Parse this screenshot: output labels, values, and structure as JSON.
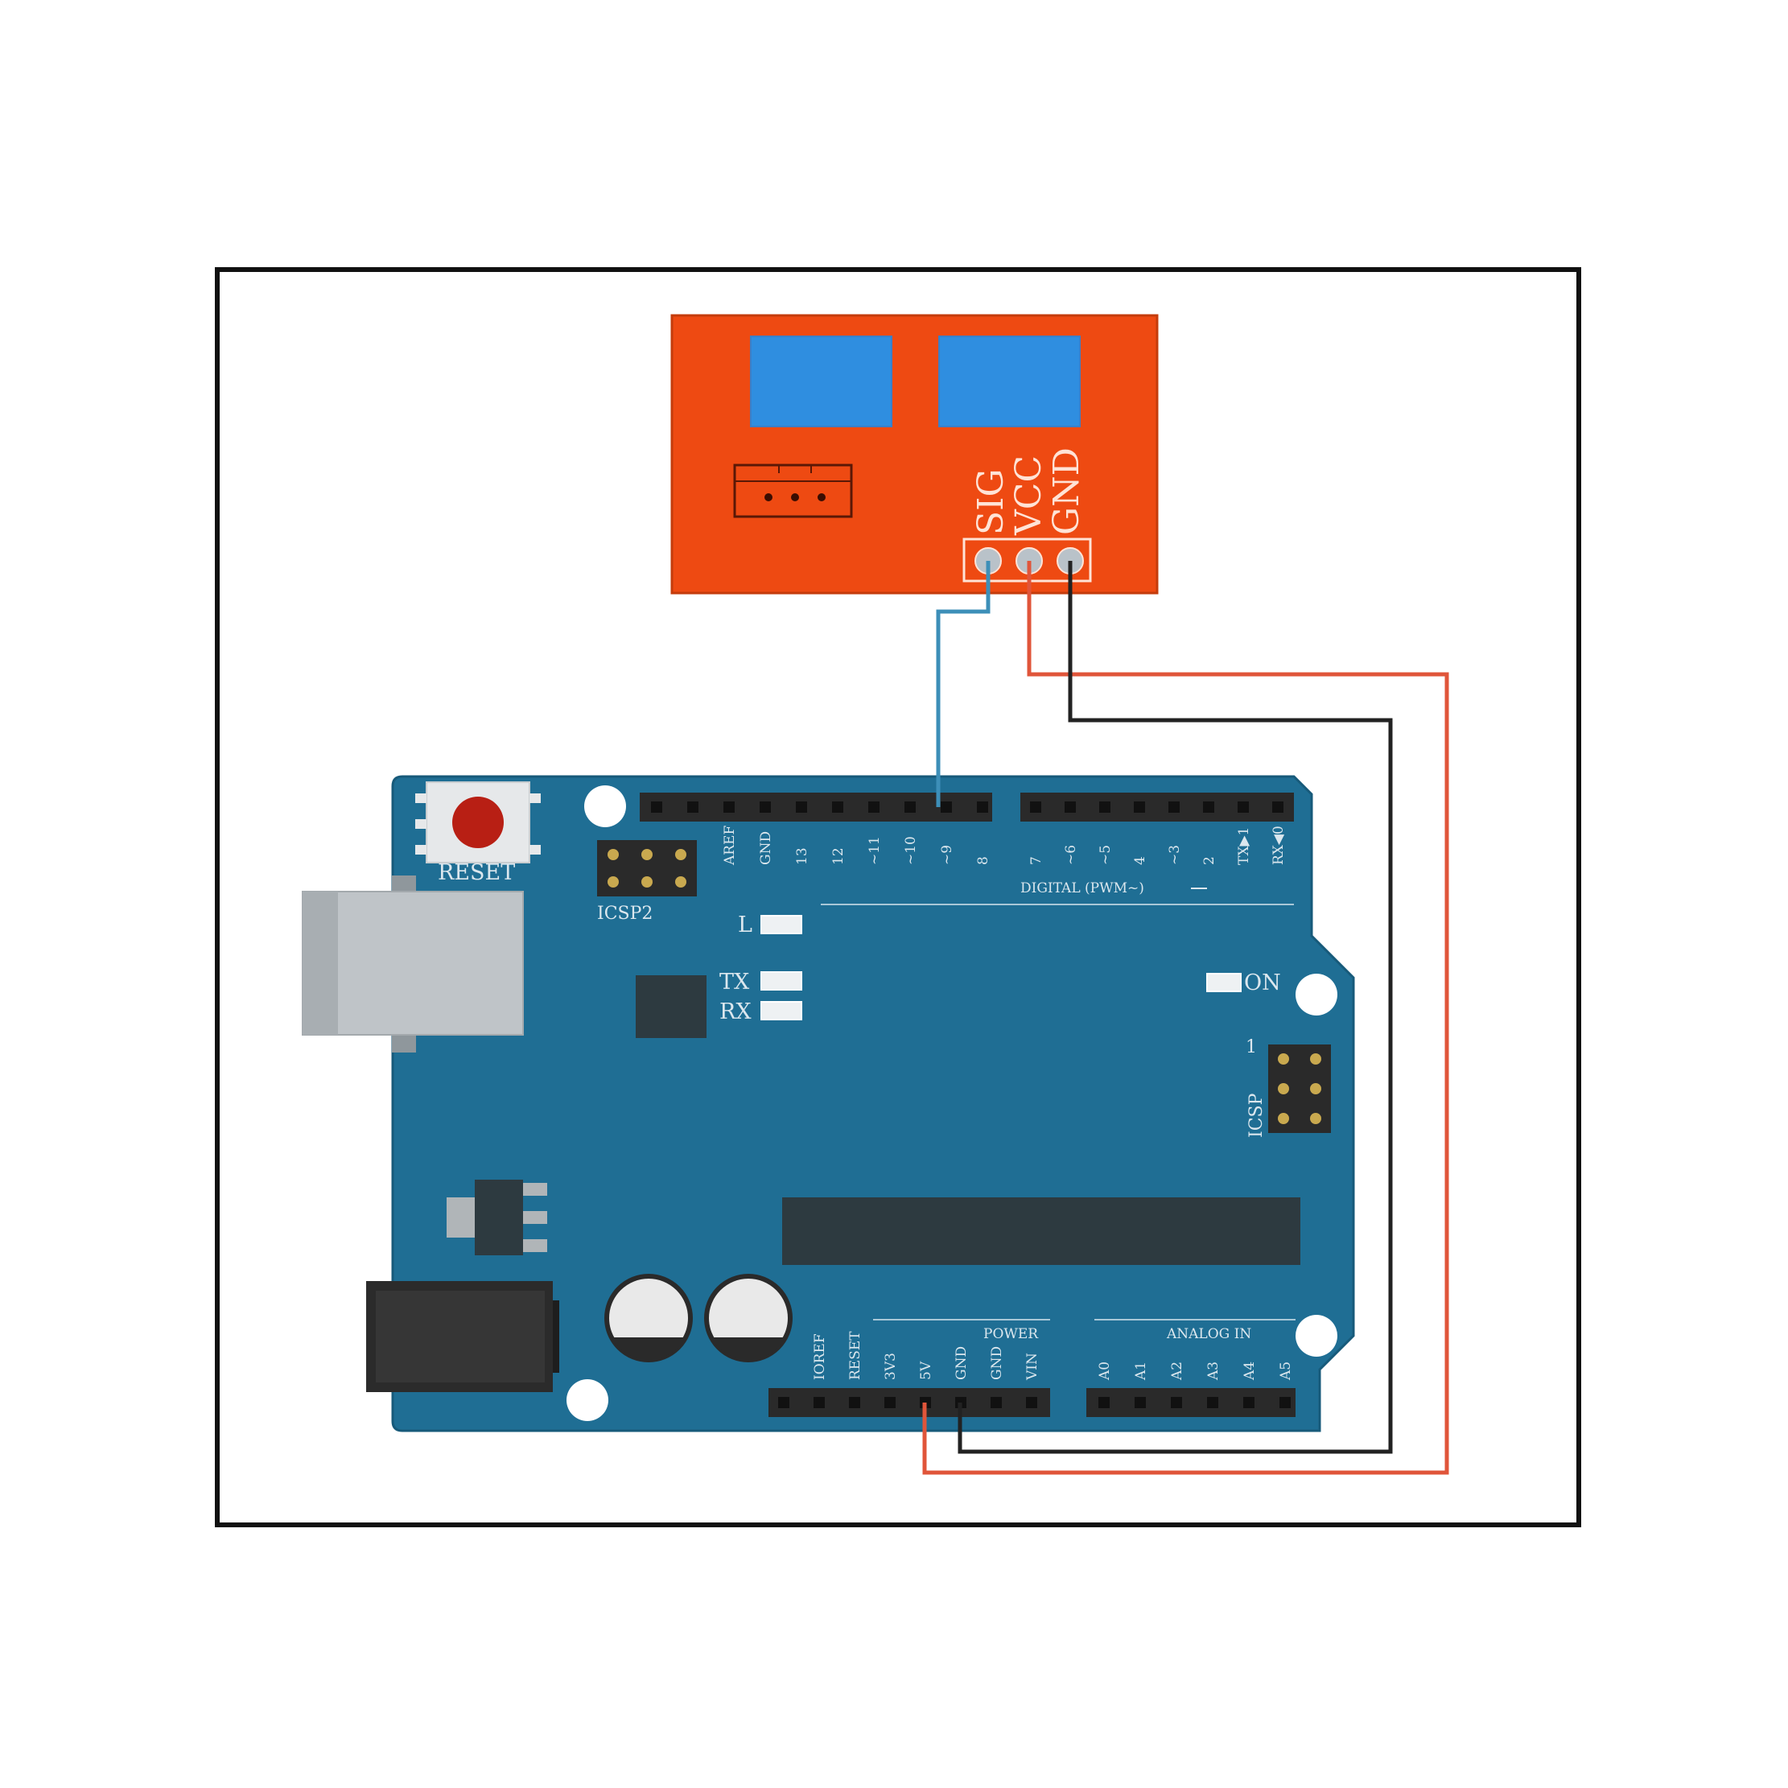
{
  "sensor": {
    "pin_labels": [
      "SIG",
      "VCC",
      "GND"
    ]
  },
  "board": {
    "reset_label": "RESET",
    "icsp2_label": "ICSP2",
    "icsp_label": "ICSP",
    "icsp_pin1_label": "1",
    "led_labels": {
      "l": "L",
      "tx": "TX",
      "rx": "RX",
      "on": "ON"
    },
    "digital_header_labels": [
      "AREF",
      "GND",
      "13",
      "12",
      "~11",
      "~10",
      "~9",
      "8",
      "7",
      "~6",
      "~5",
      "4",
      "~3",
      "2",
      "TX▶1",
      "RX◀0"
    ],
    "digital_section_label": "DIGITAL (PWM~)",
    "power_section_label": "POWER",
    "power_header_labels": [
      "IOREF",
      "RESET",
      "3V3",
      "5V",
      "GND",
      "GND",
      "VIN"
    ],
    "analog_section_label": "ANALOG IN",
    "analog_header_labels": [
      "A0",
      "A1",
      "A2",
      "A3",
      "A4",
      "A5"
    ]
  },
  "connections": [
    {
      "from": "SIG",
      "to": "~9",
      "color": "#3d8fb8"
    },
    {
      "from": "VCC",
      "to": "5V",
      "color": "#e0553a"
    },
    {
      "from": "GND",
      "to": "GND",
      "color": "#222222"
    }
  ],
  "colors": {
    "board": "#1f6e94",
    "sensor": "#ee4a12",
    "sensor_pad": "#2f8ee0",
    "header": "#2a2a2a"
  }
}
